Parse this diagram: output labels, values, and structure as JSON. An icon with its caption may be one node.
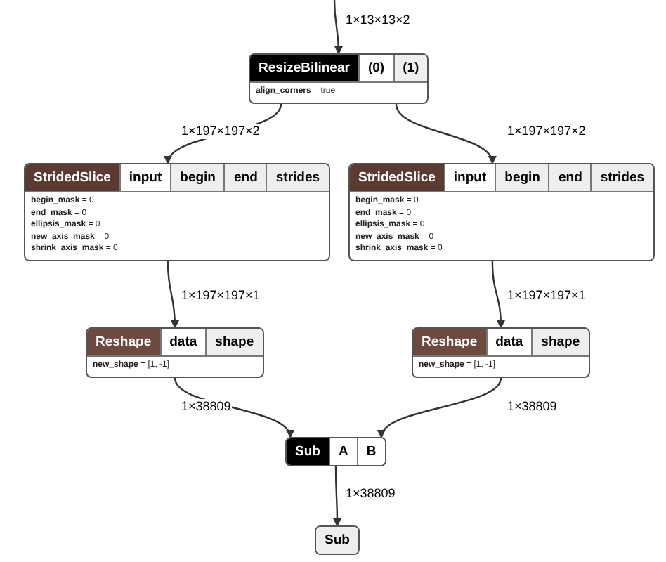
{
  "diagram": {
    "nodes": [
      {
        "text": [
          "ResizeBilinear",
          "(0)",
          "(1)",
          "**align_corners** = true"
        ]
      },
      {
        "text": [
          "StridedSlice",
          "input",
          "begin",
          "end",
          "strides",
          "**begin_mask** = 0",
          "**end_mask** = 0",
          "**ellipsis_mask** = 0",
          "**new_axis_mask** = 0",
          "**shrink_axis_mask** = 0"
        ]
      },
      {
        "text": [
          "StridedSlice",
          "input",
          "begin",
          "end",
          "strides",
          "**begin_mask** = 0",
          "**end_mask** = 0",
          "**ellipsis_mask** = 0",
          "**new_axis_mask** = 0",
          "**shrink_axis_mask** = 0"
        ]
      },
      {
        "text": [
          "Reshape",
          "data",
          "shape",
          "**new_shape** = [1, -1]"
        ]
      },
      {
        "text": [
          "Reshape",
          "data",
          "shape",
          "**new_shape** = [1, -1]"
        ]
      },
      {
        "text": [
          "Sub",
          "A",
          "B"
        ]
      },
      {
        "text": [
          "Sub"
        ]
      }
    ],
    "edges": [
      {
        "from": null,
        "to": 0,
        "arrow": "to",
        "label": "1×13×13×2"
      },
      {
        "from": 0,
        "to": 1,
        "arrow": "to",
        "label": "1×197×197×2"
      },
      {
        "from": 0,
        "to": 2,
        "arrow": "to",
        "label": "1×197×197×2"
      },
      {
        "from": 1,
        "to": 3,
        "arrow": "to",
        "label": "1×197×197×1"
      },
      {
        "from": 2,
        "to": 4,
        "arrow": "to",
        "label": "1×197×197×1"
      },
      {
        "from": 3,
        "to": 5,
        "arrow": "to",
        "label": "1×38809"
      },
      {
        "from": 4,
        "to": 5,
        "arrow": "to",
        "label": "1×38809"
      },
      {
        "from": 5,
        "to": 6,
        "arrow": "to",
        "label": "1×38809"
      }
    ]
  }
}
